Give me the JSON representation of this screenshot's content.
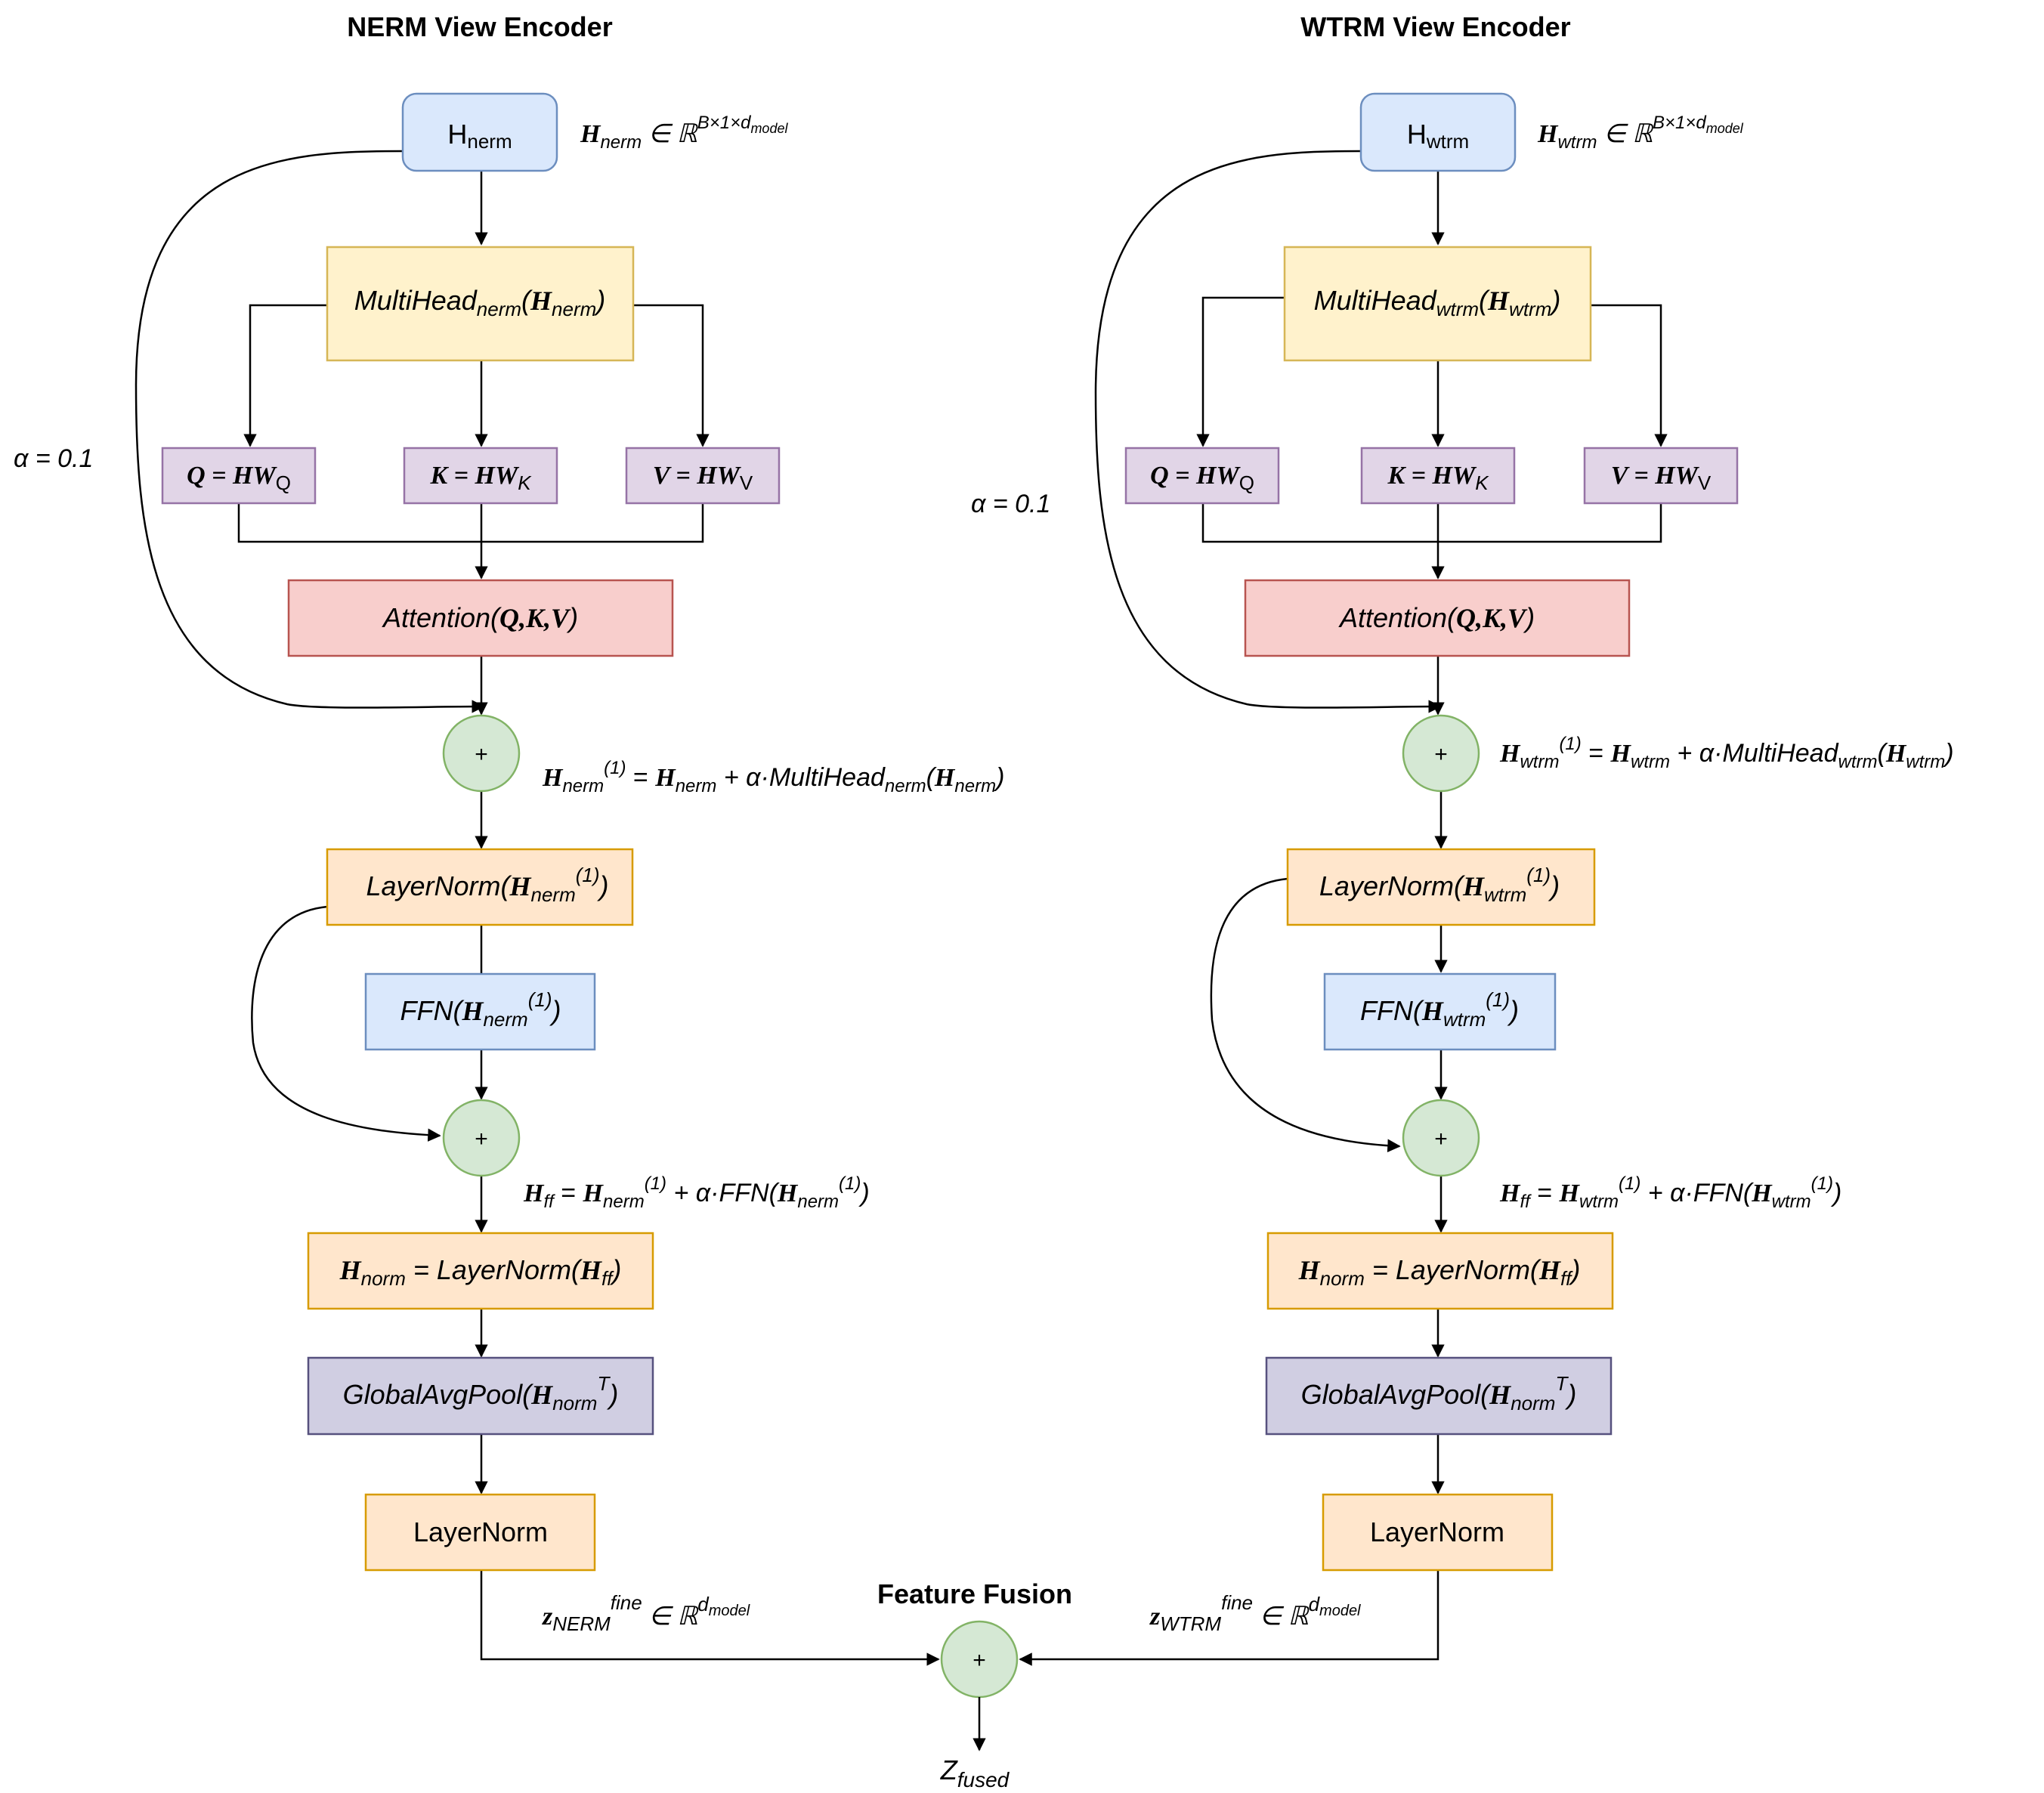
{
  "colors": {
    "blue_fill": "#dae8fc",
    "blue_stroke": "#6c8ebf",
    "yellow_fill": "#fff2cc",
    "yellow_stroke": "#d6b656",
    "purple_fill": "#e1d5e7",
    "purple_stroke": "#9673a6",
    "red_fill": "#f8cecc",
    "red_stroke": "#b85450",
    "orange_fill": "#ffe6cc",
    "orange_stroke": "#d79b00",
    "green_fill": "#d5e8d4",
    "green_stroke": "#82b366",
    "slate_fill": "#d0cee2",
    "slate_stroke": "#56517e",
    "line": "#000000"
  },
  "left": {
    "title": "NERM View Encoder",
    "input_box": {
      "base": "H",
      "sub": "nerm"
    },
    "input_shape": {
      "sym": "H",
      "sub": "nerm",
      "space": "ℝ",
      "sup": "B×1×d",
      "sup_sub": "model"
    },
    "multihead": {
      "fn": "MultiHead",
      "sub": "nerm",
      "arg": "H",
      "arg_sub": "nerm"
    },
    "q_box": {
      "lhs": "Q = HW",
      "sub": "Q"
    },
    "k_box": {
      "lhs": "K = HW",
      "sub": "K"
    },
    "v_box": {
      "lhs": "V = HW",
      "sub": "V"
    },
    "alpha": "α = 0.1",
    "attention": {
      "fn": "Attention(",
      "args": "Q,K,V",
      "close": ")"
    },
    "plus1": "+",
    "residual1_eq": {
      "h": "H",
      "h_sub": "nerm",
      "h_sup": "(1)",
      "eq": " = ",
      "h2": "H",
      "h2_sub": "nerm",
      "mid": " + α·MultiHead",
      "mid_sub": "nerm",
      "open": "(",
      "h3": "H",
      "h3_sub": "nerm",
      "close": ")"
    },
    "layernorm1": {
      "fn": "LayerNorm(",
      "h": "H",
      "sub": "nerm",
      "sup": "(1)",
      "close": ")"
    },
    "ffn": {
      "fn": "FFN(",
      "h": "H",
      "sub": "nerm",
      "sup": "(1)",
      "close": ")"
    },
    "plus2": "+",
    "residual2_eq": {
      "h": "H",
      "h_sub": "ff",
      "eq": " = ",
      "h2": "H",
      "h2_sub": "nerm",
      "h2_sup": "(1)",
      "mid": " + α·FFN(",
      "h3": "H",
      "h3_sub": "nerm",
      "h3_sup": "(1)",
      "close": ")"
    },
    "norm_box": {
      "h": "H",
      "sub": "norm",
      "eq": " = LayerNorm(",
      "h2": "H",
      "h2_sub": "ff",
      "close": ")"
    },
    "pool": {
      "fn": "GlobalAvgPool(",
      "h": "H",
      "sub": "norm",
      "sup": "T",
      "close": ")"
    },
    "layernorm2": "LayerNorm",
    "z_label": {
      "z": "z",
      "sub": "NERM",
      "sup": "fine",
      "in": " ∈ ℝ",
      "d": "d",
      "d_sub": "model"
    }
  },
  "right": {
    "title": "WTRM View Encoder",
    "input_box": {
      "base": "H",
      "sub": "wtrm"
    },
    "input_shape": {
      "sym": "H",
      "sub": "wtrm",
      "space": "ℝ",
      "sup": "B×1×d",
      "sup_sub": "model"
    },
    "multihead": {
      "fn": "MultiHead",
      "sub": "wtrm",
      "arg": "H",
      "arg_sub": "wtrm"
    },
    "q_box": {
      "lhs": "Q = HW",
      "sub": "Q"
    },
    "k_box": {
      "lhs": "K = HW",
      "sub": "K"
    },
    "v_box": {
      "lhs": "V = HW",
      "sub": "V"
    },
    "alpha": "α = 0.1",
    "attention": {
      "fn": "Attention(",
      "args": "Q,K,V",
      "close": ")"
    },
    "plus1": "+",
    "residual1_eq": {
      "h": "H",
      "h_sub": "wtrm",
      "h_sup": "(1)",
      "eq": " = ",
      "h2": "H",
      "h2_sub": "wtrm",
      "mid": " + α·MultiHead",
      "mid_sub": "wtrm",
      "open": "(",
      "h3": "H",
      "h3_sub": "wtrm",
      "close": ")"
    },
    "layernorm1": {
      "fn": "LayerNorm(",
      "h": "H",
      "sub": "wtrm",
      "sup": "(1)",
      "close": ")"
    },
    "ffn": {
      "fn": "FFN(",
      "h": "H",
      "sub": "wtrm",
      "sup": "(1)",
      "close": ")"
    },
    "plus2": "+",
    "residual2_eq": {
      "h": "H",
      "h_sub": "ff",
      "eq": " = ",
      "h2": "H",
      "h2_sub": "wtrm",
      "h2_sup": "(1)",
      "mid": " + α·FFN(",
      "h3": "H",
      "h3_sub": "wtrm",
      "h3_sup": "(1)",
      "close": ")"
    },
    "norm_box": {
      "h": "H",
      "sub": "norm",
      "eq": " = LayerNorm(",
      "h2": "H",
      "h2_sub": "ff",
      "close": ")"
    },
    "pool": {
      "fn": "GlobalAvgPool(",
      "h": "H",
      "sub": "norm",
      "sup": "T",
      "close": ")"
    },
    "layernorm2": "LayerNorm",
    "z_label": {
      "z": "z",
      "sub": "WTRM",
      "sup": "fine",
      "in": " ∈ ℝ",
      "d": "d",
      "d_sub": "model"
    }
  },
  "fusion": {
    "title": "Feature Fusion",
    "plus": "+",
    "output": {
      "z": "Z",
      "sub": "fused"
    }
  }
}
